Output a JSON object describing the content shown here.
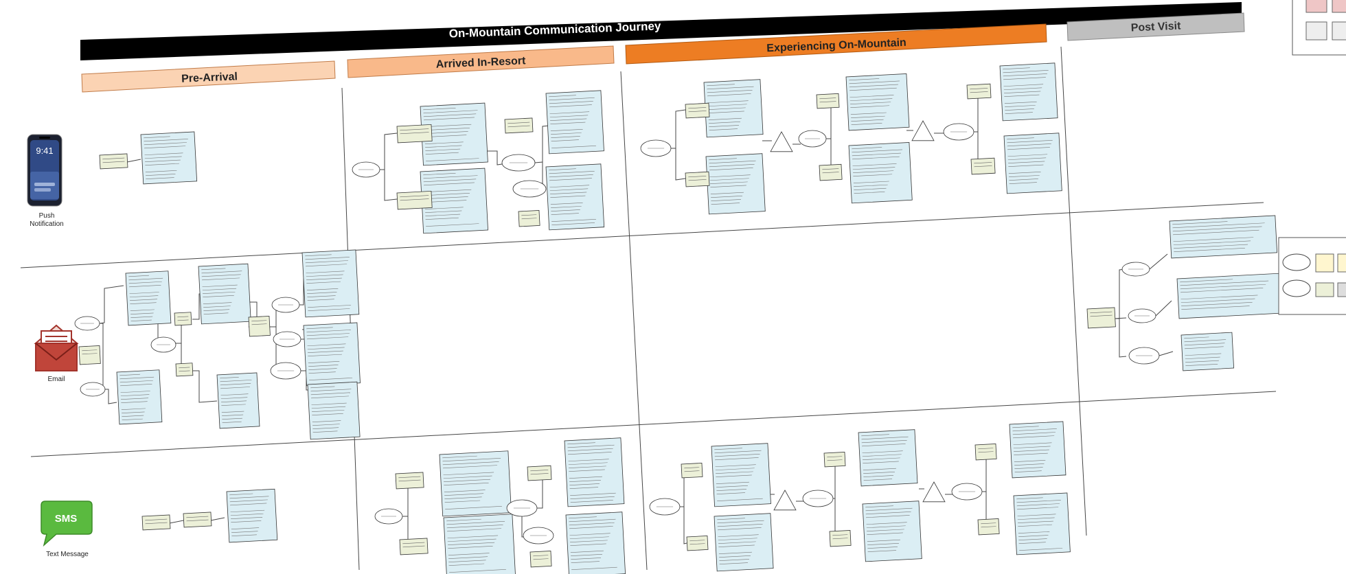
{
  "title": "On-Mountain Communication Journey",
  "phases": [
    {
      "label": "Pre-Arrival",
      "color": "#fbd3b3"
    },
    {
      "label": "Arrived In-Resort",
      "color": "#f9b98a"
    },
    {
      "label": "Experiencing On-Mountain",
      "color": "#ed7d23"
    },
    {
      "label": "Post Visit",
      "color": "#bfbfbf"
    }
  ],
  "channels": [
    {
      "label_line1": "Push",
      "label_line2": "Notification",
      "icon": "phone-icon",
      "phone_time": "9:41"
    },
    {
      "label_line1": "Email",
      "label_line2": "",
      "icon": "envelope-icon"
    },
    {
      "label_line1": "Text Message",
      "label_line2": "",
      "icon": "sms-bubble-icon",
      "bubble_text": "SMS"
    }
  ],
  "colors": {
    "title_bar": "#000000",
    "node_fill": "#ecf0d8",
    "note_fill": "#dbeef4",
    "stroke": "#333333"
  }
}
